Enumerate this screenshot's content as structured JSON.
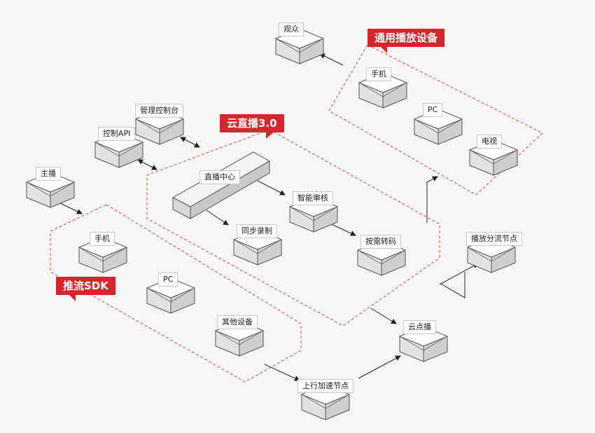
{
  "nodes": {
    "guanzhong": "观众",
    "phone_play": "手机",
    "pc_play": "PC",
    "tv": "电视",
    "console": "管理控制台",
    "api": "控制API",
    "anchor": "主播",
    "live_center": "直播中心",
    "audit": "智能审核",
    "record": "同步录制",
    "transcode": "按需转码",
    "distribute": "播放分流节点",
    "phone_push": "手机",
    "pc_push": "PC",
    "other_device": "其他设备",
    "vod": "云点播",
    "upload_node": "上行加速节点"
  },
  "groups": {
    "playback": "通用播放设备",
    "cloud_live": "云直播3.0",
    "push_sdk": "推流SDK"
  },
  "colors": {
    "accent": "#d7262b",
    "box_fill": "#e6e6e6",
    "box_stroke": "#555555",
    "arrow": "#222222"
  }
}
